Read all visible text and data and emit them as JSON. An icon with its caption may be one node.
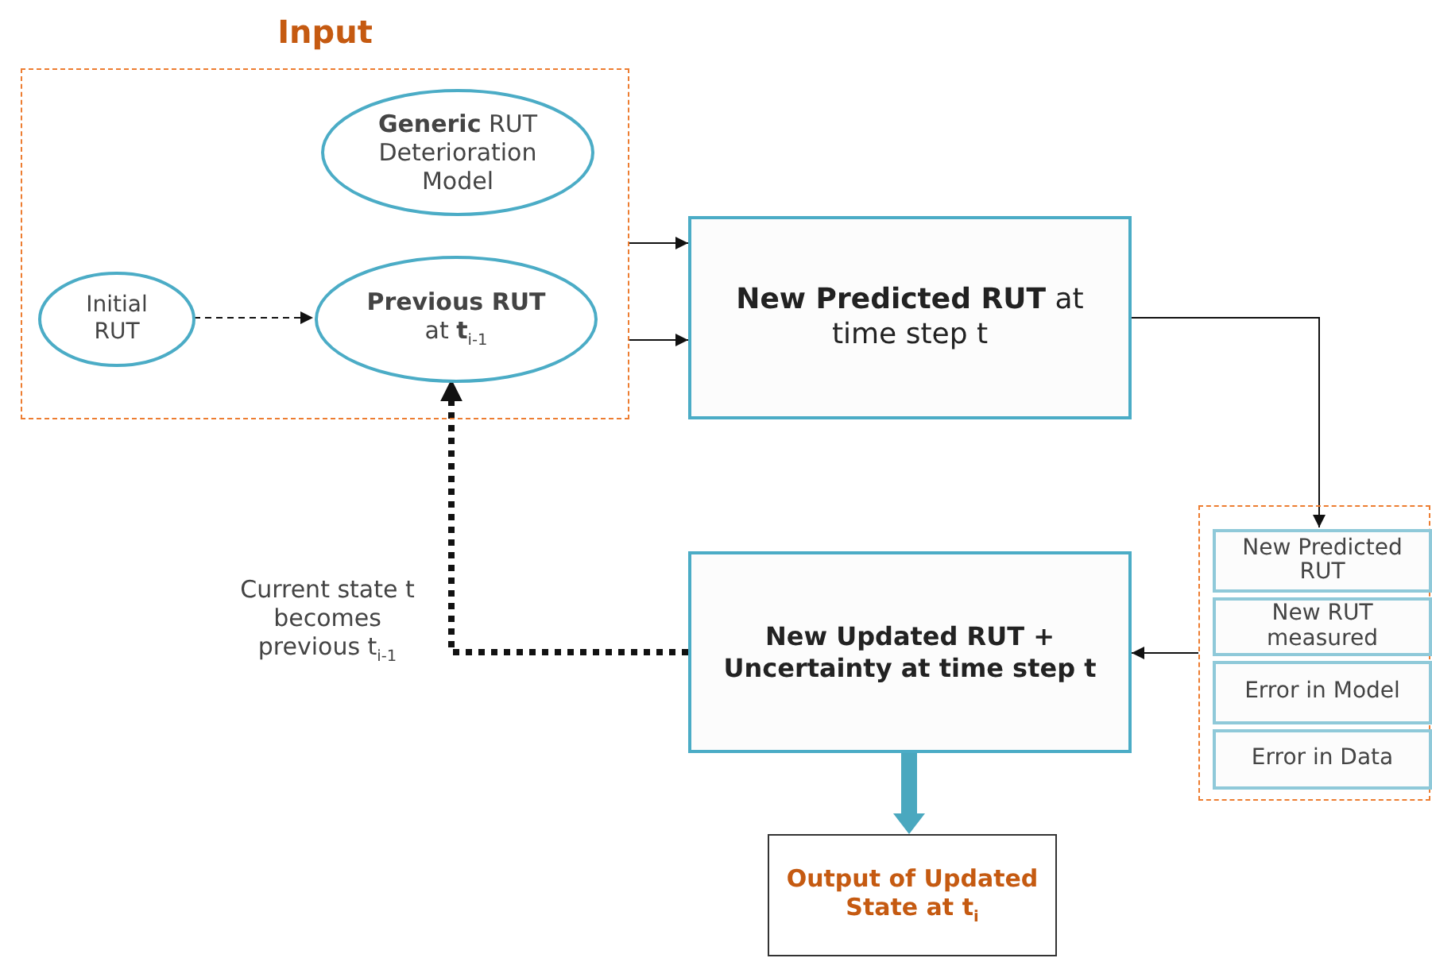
{
  "diagram": {
    "nodes": [
      {
        "text": [
          "Input"
        ]
      },
      {
        "text": [
          "**Generic** RUT Deterioration Model"
        ],
        "in": 0
      },
      {
        "text": [
          "Initial RUT"
        ],
        "in": 0
      },
      {
        "text": [
          "**Previous RUT** at **t**$_{i-1}$"
        ],
        "in": 0
      },
      {
        "text": [
          "**New Predicted RUT** at time step t"
        ]
      },
      {
        "text": [],
        "shape": "box"
      },
      {
        "text": [
          "New Predicted RUT"
        ],
        "in": 5
      },
      {
        "text": [
          "New RUT measured"
        ],
        "in": 5
      },
      {
        "text": [
          "Error in Model"
        ],
        "in": 5
      },
      {
        "text": [
          "Error in Data"
        ],
        "in": 5
      },
      {
        "text": [
          "New Updated RUT + Uncertainty at time step t"
        ]
      },
      {
        "text": [
          "Output of Updated State at t$_{i}$"
        ]
      }
    ],
    "edges": [
      {
        "from": 2,
        "to": 3,
        "arrow": "to",
        "style": "dashed"
      },
      {
        "from": 0,
        "to": 4,
        "arrow": "to"
      },
      {
        "from": 0,
        "to": 4,
        "arrow": "to"
      },
      {
        "from": 4,
        "to": 6,
        "arrow": "to"
      },
      {
        "from": 5,
        "to": 10,
        "arrow": "to"
      },
      {
        "from": 10,
        "to": 3,
        "arrow": "to",
        "style": "dashed"
      },
      {
        "from": 10,
        "to": 11,
        "arrow": "to",
        "style": "thick",
        "color": "#4aa8bf"
      }
    ],
    "labels": [
      "Current state t becomes previous t$_{i-1}$"
    ]
  }
}
